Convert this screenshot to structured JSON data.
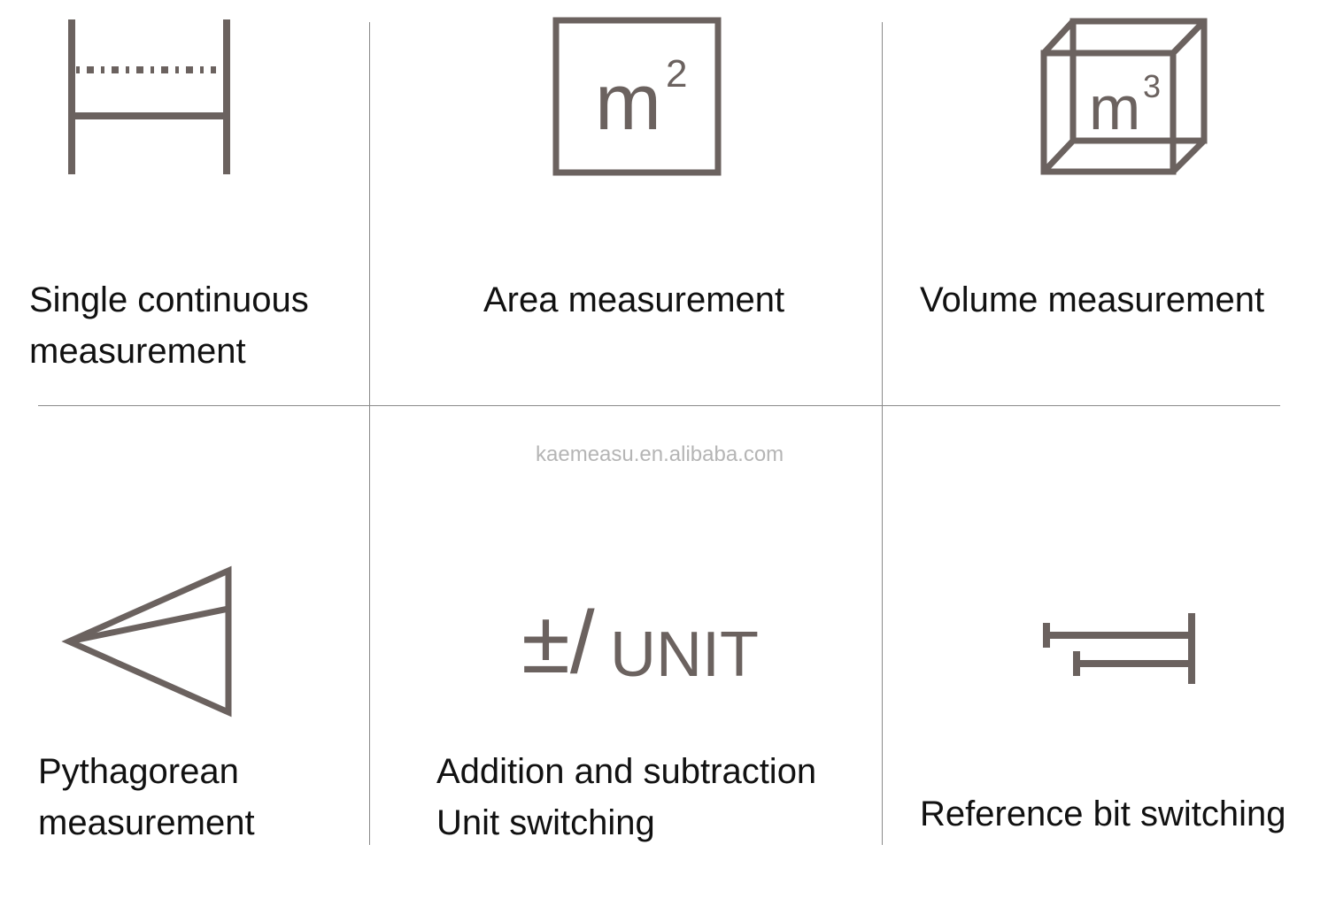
{
  "colors": {
    "icon": "#6b625f",
    "divider": "#8a8a8a",
    "watermark": "#b5b5b5"
  },
  "watermark": "kaemeasu.en.alibaba.com",
  "features": [
    {
      "icon": "single-measure-icon",
      "lines": [
        "Single continuous",
        "measurement"
      ]
    },
    {
      "icon": "area-icon",
      "icon_text": "m",
      "icon_sup": "2",
      "lines": [
        "Area measurement"
      ]
    },
    {
      "icon": "volume-cube-icon",
      "icon_text": "m",
      "icon_sup": "3",
      "lines": [
        "Volume measurement"
      ]
    },
    {
      "icon": "pythagorean-triangle-icon",
      "lines": [
        "Pythagorean",
        "measurement"
      ]
    },
    {
      "icon": "plus-minus-unit-icon",
      "icon_symbol": "±/",
      "icon_text": "UNIT",
      "lines": [
        "Addition and subtraction",
        "Unit switching"
      ]
    },
    {
      "icon": "reference-bit-icon",
      "lines": [
        "Reference bit switching"
      ]
    }
  ]
}
